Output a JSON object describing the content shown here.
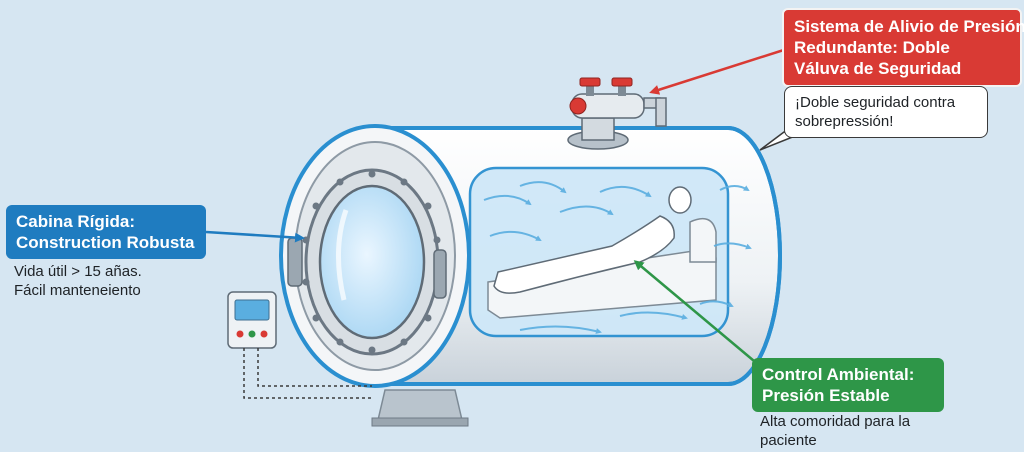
{
  "callouts": {
    "safety_valve": {
      "title_lines": [
        "Sistema de Alivio de Presión",
        "Redundante: Doble",
        "Váluva de Seguridad"
      ],
      "bubble_lines": [
        "¡Doble seguridad contra",
        "sobrepressión!"
      ]
    },
    "cabin": {
      "title_lines": [
        "Cabina Rígida:",
        "Construction Robusta"
      ],
      "note_lines": [
        "Vida útil > 15 añas.",
        "Fácil manteneiento"
      ]
    },
    "environment": {
      "title_lines": [
        "Control Ambiental:",
        "Presión Estable"
      ],
      "note_lines": [
        "Alta comoridad para la",
        "paciente"
      ]
    }
  },
  "icons": [
    "pressure-chamber-icon",
    "safety-valve-icon",
    "control-panel-icon",
    "patient-icon",
    "airflow-arrow-icon"
  ],
  "colors": {
    "background": "#d6e6f2",
    "chamber_outline": "#2a8fd0",
    "red_callout": "#d93a34",
    "blue_callout": "#1f7cc0",
    "green_callout": "#2e9648"
  }
}
